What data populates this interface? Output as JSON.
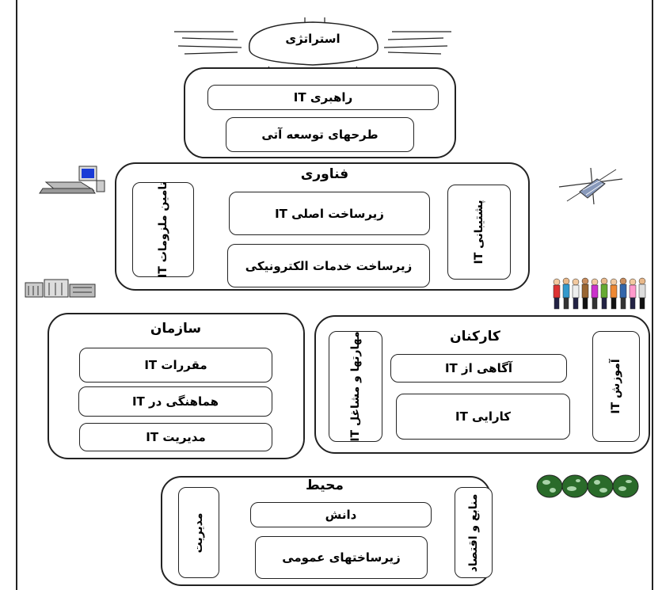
{
  "strategy": {
    "label": "استراتژی"
  },
  "leadership_group": {
    "items": [
      "راهبری IT",
      "طرحهای توسعه آتی"
    ]
  },
  "technology": {
    "title": "فناوری",
    "left_vertical": "تامین ملزومات IT",
    "right_vertical": "پشتیبانی IT",
    "items": [
      "زیرساخت اصلی IT",
      "زیرساخت خدمات الکترونیکی"
    ]
  },
  "organization": {
    "title": "سازمان",
    "items": [
      "مقررات IT",
      "هماهنگی در IT",
      "مدیریت IT"
    ]
  },
  "staff": {
    "title": "کارکنان",
    "left_vertical": "مهارتها و مشاغل IT",
    "right_vertical": "آموزش IT",
    "items": [
      "آگاهی از IT",
      "کارایی IT"
    ]
  },
  "environment": {
    "title": "محیط",
    "left_vertical": "مدیریت",
    "right_vertical": "منابع و اقتصاد",
    "items": [
      "دانش",
      "زیرساختهای عمومی"
    ]
  },
  "icons": [
    "lightbulb-icon",
    "computer-icon",
    "satellite-icon",
    "building-icon",
    "people-icon",
    "globe-icon"
  ]
}
